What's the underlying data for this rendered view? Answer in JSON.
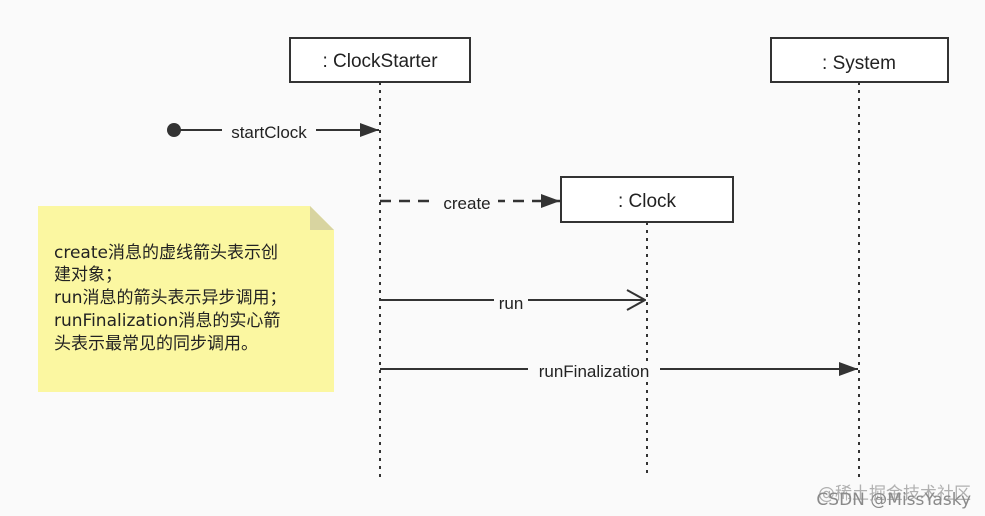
{
  "objects": [
    {
      "id": "clockstarter",
      "label": ": ClockStarter"
    },
    {
      "id": "system",
      "label": ": System"
    },
    {
      "id": "clock",
      "label": ": Clock"
    }
  ],
  "messages": [
    {
      "id": "startclock",
      "label": "startClock",
      "style": "found-solid"
    },
    {
      "id": "create",
      "label": "create",
      "style": "dashed-filled"
    },
    {
      "id": "run",
      "label": "run",
      "style": "solid-open"
    },
    {
      "id": "runfinalization",
      "label": "runFinalization",
      "style": "solid-filled"
    }
  ],
  "note": {
    "lines": [
      "create消息的虚线箭头表示创",
      "建对象；",
      "run消息的箭头表示异步调用；",
      "runFinalization消息的实心箭",
      "头表示最常见的同步调用。"
    ]
  },
  "watermark": {
    "line1": "@稀土掘金技术社区",
    "line2": "CSDN @MissYasky"
  },
  "colors": {
    "line": "#333333",
    "note": "#fbf7a1",
    "background": "#fafafa"
  }
}
